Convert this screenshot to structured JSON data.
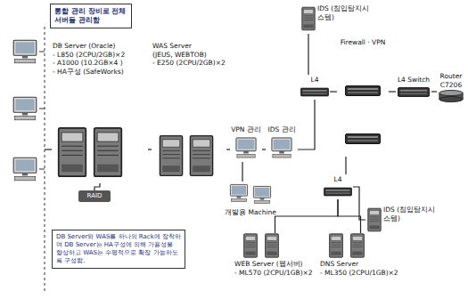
{
  "diagram": {
    "nodes": [
      {
        "text": [
          "통합 관리 장비로 전체 서버들 관리함"
        ]
      },
      {
        "text": [
          "DB Server (Oracle)",
          "- L850 (2CPU/2GB)×2",
          "- A1000 (10.2GB×4 )",
          "- HA구성 (SafeWorks)"
        ]
      },
      {
        "text": [
          "RAID"
        ]
      },
      {
        "text": [
          "WAS Server",
          "(JEUS, WEBTOB)",
          "- E250 (2CPU/2GB)×2"
        ]
      },
      {
        "text": [
          "VPN 관리"
        ]
      },
      {
        "text": [
          "IDS 관리"
        ]
      },
      {
        "text": [
          "개발용 Machine"
        ]
      },
      {
        "text": [
          "IDS (침입탐지시스템)"
        ]
      },
      {
        "text": [
          "Firewall · VPN"
        ]
      },
      {
        "text": [
          "L4"
        ]
      },
      {
        "text": [
          "L4 Switch"
        ]
      },
      {
        "text": [
          "Router C7206"
        ]
      },
      {
        "text": [
          "L4"
        ]
      },
      {
        "text": [
          "IDS (침입탐지시스템)"
        ]
      },
      {
        "text": [
          "WEB Server (웹서버)",
          "- ML570 (2CPU/1GB)×2"
        ]
      },
      {
        "text": [
          "DNS Server",
          "- ML350 (2CPU/1GB)×2"
        ]
      },
      {
        "text": [
          "DB Server와 WAS를 하나의 Rack에 장착하여 DB Server는 HA구성에 의해 가용성을 향상하고 WAS는 수평적으로 확장 가능하도록 구성함."
        ]
      }
    ],
    "edges": [
      {
        "from": 1,
        "to": 3,
        "arrow": "none"
      },
      {
        "from": 3,
        "to": 4,
        "arrow": "none"
      },
      {
        "from": 4,
        "to": 5,
        "arrow": "none"
      },
      {
        "from": 5,
        "to": 9,
        "arrow": "none"
      },
      {
        "from": 2,
        "to": 1,
        "arrow": "none"
      },
      {
        "from": 6,
        "to": 4,
        "arrow": "none"
      },
      {
        "from": 7,
        "to": 9,
        "arrow": "none"
      },
      {
        "from": 9,
        "to": 8,
        "arrow": "none"
      },
      {
        "from": 8,
        "to": 10,
        "arrow": "none"
      },
      {
        "from": 10,
        "to": 11,
        "arrow": "none"
      },
      {
        "from": 8,
        "to": 12,
        "arrow": "none"
      },
      {
        "from": 12,
        "to": 13,
        "arrow": "none"
      },
      {
        "from": 12,
        "to": 14,
        "arrow": "none"
      },
      {
        "from": 12,
        "to": 15,
        "arrow": "none"
      }
    ]
  }
}
